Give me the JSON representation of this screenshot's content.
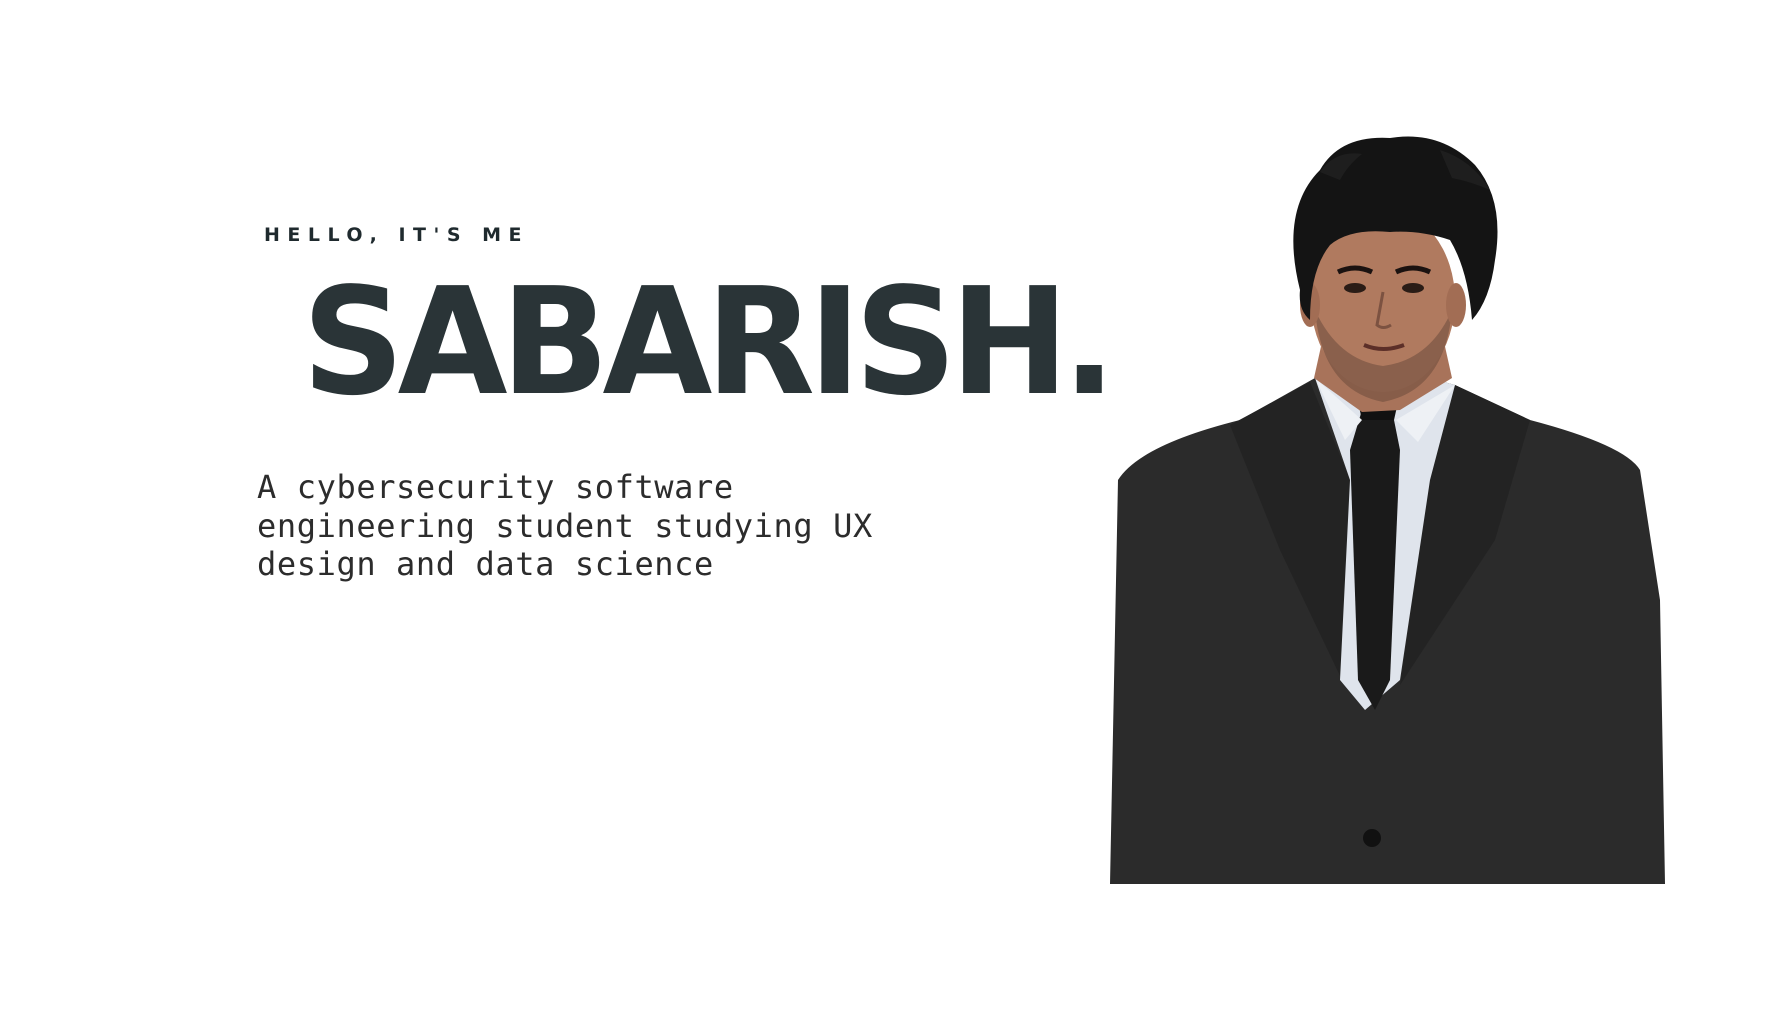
{
  "hero": {
    "greeting": "HELLO, IT'S ME",
    "name": "SABARISH.",
    "tagline": "A cybersecurity software engineering student studying UX design and data science"
  },
  "colors": {
    "background": "#ffffff",
    "heading": "#2a3437",
    "text": "#2c2c2c",
    "suit": "#2b2b2b"
  },
  "portrait": {
    "icon": "person-portrait"
  }
}
